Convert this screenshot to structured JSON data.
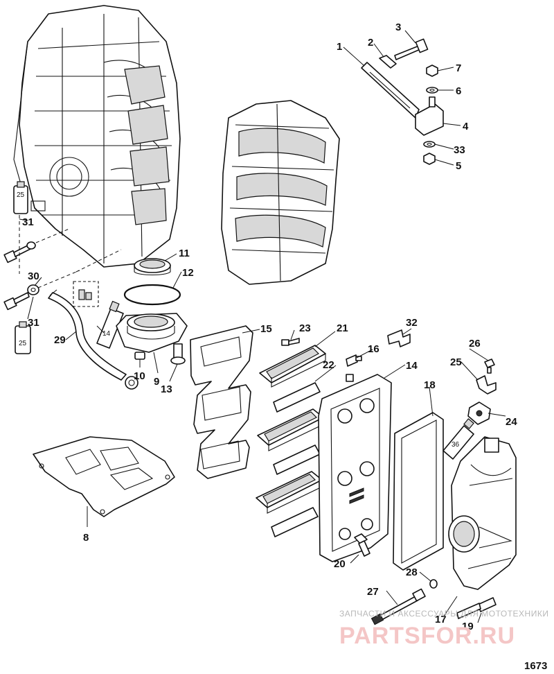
{
  "figure_number": "1673",
  "watermark": {
    "line1": "ЗАПЧАСТИ И АКСЕССУАРЫ ДЛЯ МОТОТЕХНИКИ",
    "line2": "PARTSFOR.RU"
  },
  "tube_labels": [
    "25",
    "25",
    "14",
    "36"
  ],
  "callouts": [
    "1",
    "2",
    "3",
    "4",
    "5",
    "6",
    "7",
    "8",
    "9",
    "10",
    "11",
    "12",
    "13",
    "14",
    "15",
    "16",
    "17",
    "18",
    "19",
    "20",
    "21",
    "22",
    "23",
    "24",
    "25",
    "26",
    "27",
    "28",
    "29",
    "30",
    "31",
    "31",
    "32",
    "33"
  ]
}
